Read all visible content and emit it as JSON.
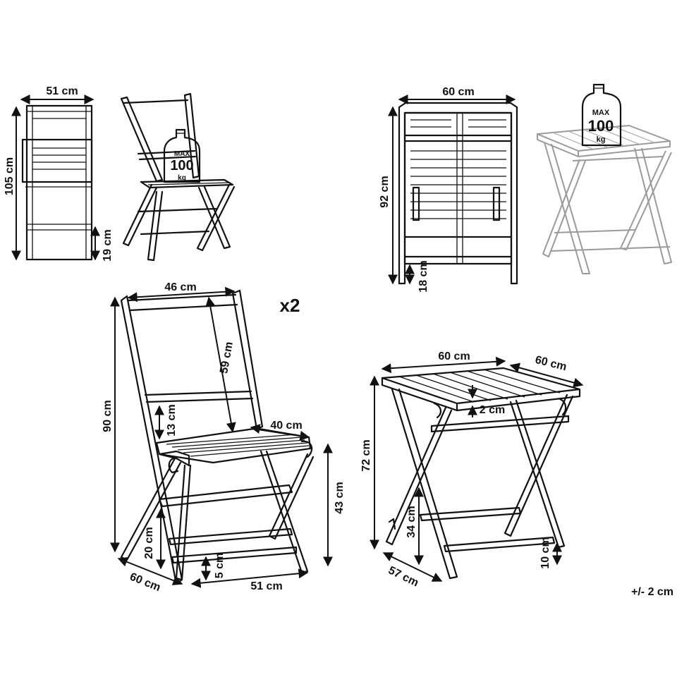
{
  "multiplier": "x2",
  "tolerance": "+/- 2 cm",
  "weight_badge": {
    "line1": "MAX",
    "line2": "100",
    "line3": "kg"
  },
  "chair_front": {
    "width": "51 cm",
    "height": "105 cm",
    "folded_depth": "19 cm"
  },
  "table_folded": {
    "width": "60 cm",
    "height": "92 cm",
    "folded_depth": "18 cm"
  },
  "chair_main": {
    "seat_width": "46 cm",
    "backrest_height": "59 cm",
    "total_height": "90 cm",
    "backrest_gap": "13 cm",
    "seat_depth": "40 cm",
    "seat_height": "43 cm",
    "lower_bar_height": "20 cm",
    "foot_height": "5 cm",
    "depth": "60 cm",
    "width": "51 cm"
  },
  "table_main": {
    "top_width": "60 cm",
    "top_depth": "60 cm",
    "top_thickness": "2 cm",
    "height": "72 cm",
    "bar_height": "34 cm",
    "foot_height": "10 cm",
    "base_depth": "57 cm"
  }
}
